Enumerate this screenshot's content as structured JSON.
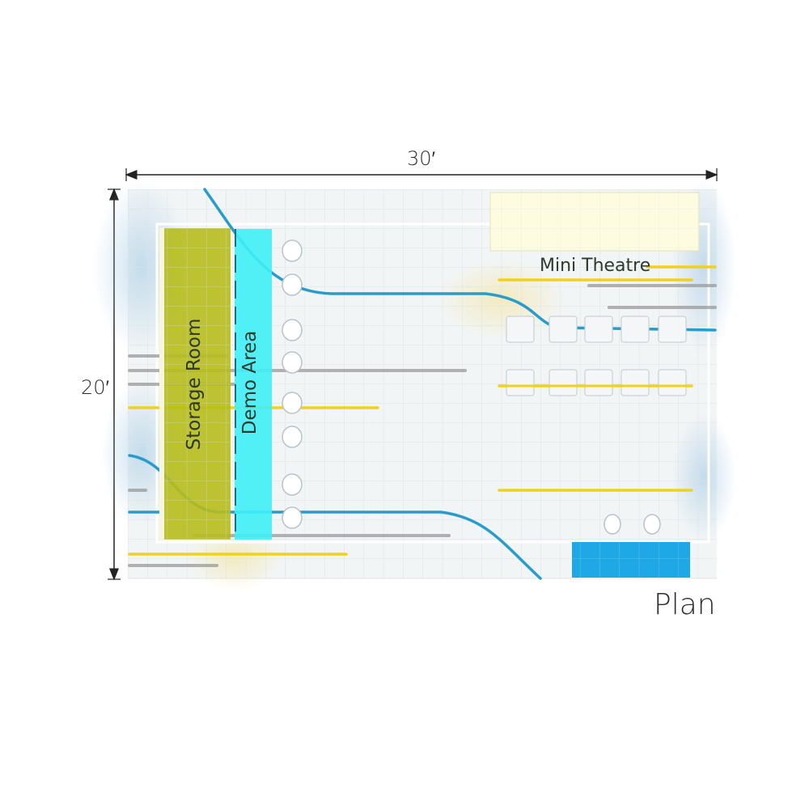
{
  "dimensions": {
    "width": "30′",
    "depth": "20′"
  },
  "zones": {
    "storage_room": "Storage Room",
    "demo_area": "Demo Area",
    "mini_theatre": "Mini Theatre"
  },
  "view_label": "Plan",
  "colors": {
    "storage": "#b6bd1c",
    "demo": "#3ff0f6",
    "theatre_screen": "#fdfbe0",
    "counter": "#1ea9e6",
    "cyan_line": "#2a9ccc",
    "yellow_line": "#f0d21a",
    "grey_line": "#9a9a9a",
    "floor": "#f2f5f6",
    "grid": "#dbe3e6"
  },
  "furniture": {
    "theatre_seats": 10,
    "stools": 8,
    "counter_stools": 2
  }
}
